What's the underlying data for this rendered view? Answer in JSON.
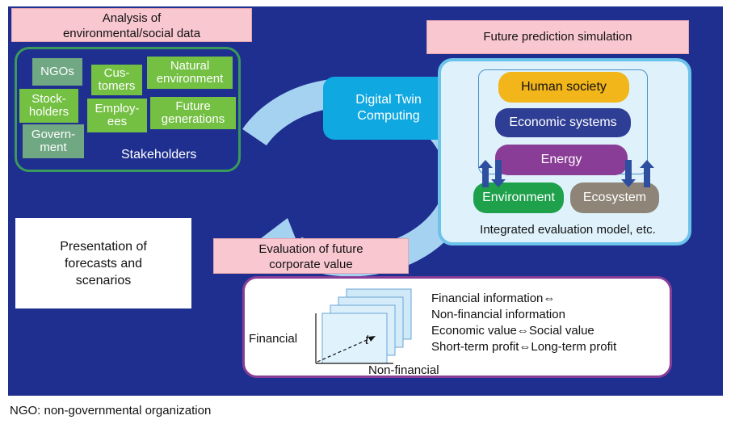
{
  "stakeholders": {
    "header": "Analysis of\nenvironmental/social data",
    "tags": {
      "ngos": "NGOs",
      "customers": "Cus-\ntomers",
      "natural_environment": "Natural\nenvironment",
      "stockholders": "Stock-\nholders",
      "employees": "Employ-\nees",
      "future_generations": "Future\ngenerations",
      "government": "Govern-\nment"
    },
    "label": "Stakeholders"
  },
  "digital_twin": "Digital Twin\nComputing",
  "simulation": {
    "header": "Future prediction simulation",
    "layers": {
      "human_society": "Human society",
      "economic_systems": "Economic systems",
      "energy": "Energy",
      "environment": "Environment",
      "ecosystem": "Ecosystem"
    },
    "caption": "Integrated evaluation model, etc."
  },
  "presentation": "Presentation of\nforecasts and\nscenarios",
  "evaluation": {
    "header": "Evaluation of future\ncorporate value",
    "axis_y": "Financial",
    "axis_x": "Non-financial",
    "axis_t": "t",
    "items": [
      "Financial information⇔",
      "Non-financial information",
      "Economic value⇔Social value",
      "Short-term profit⇔Long-term profit"
    ]
  },
  "footnote": "NGO: non-governmental organization",
  "colors": {
    "background": "#1e2f8f",
    "pink_label": "#f9c7d0",
    "stakeholder_green": "#74c043",
    "stakeholder_gray_green": "#6fa882",
    "twin_box": "#10a8e0",
    "human_society": "#f2b51a",
    "economic_systems": "#2e3e94",
    "energy": "#8a3d96",
    "environment": "#1fa14b",
    "ecosystem": "#8e8578"
  }
}
